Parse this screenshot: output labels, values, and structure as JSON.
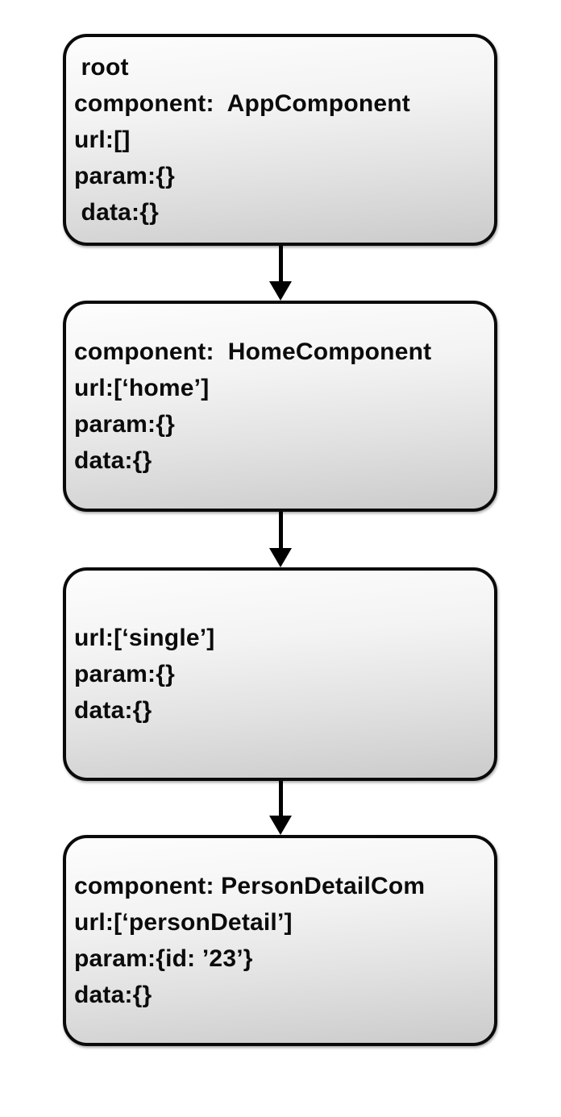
{
  "diagram": {
    "description": "router-state-tree",
    "colors": {
      "background": "#ffffff",
      "node_border": "#0a0a0a",
      "node_fill_top": "#fdfdfd",
      "node_fill_bottom": "#cbcbcb",
      "text": "#0b0b0b",
      "arrow": "#000000"
    }
  },
  "nodes": [
    {
      "id": "root",
      "lines": [
        " root",
        "component:  AppComponent",
        "url:[]",
        "param:{}",
        " data:{}"
      ]
    },
    {
      "id": "home",
      "lines": [
        "component:  HomeComponent",
        "url:[‘home’]",
        "param:{}",
        "data:{}"
      ]
    },
    {
      "id": "single",
      "lines": [
        "url:[‘single’]",
        "param:{}",
        "data:{}"
      ]
    },
    {
      "id": "person-detail",
      "lines": [
        "component: PersonDetailCom",
        "url:[‘personDetail’]",
        "param:{id: ’23’}",
        "data:{}"
      ]
    }
  ]
}
